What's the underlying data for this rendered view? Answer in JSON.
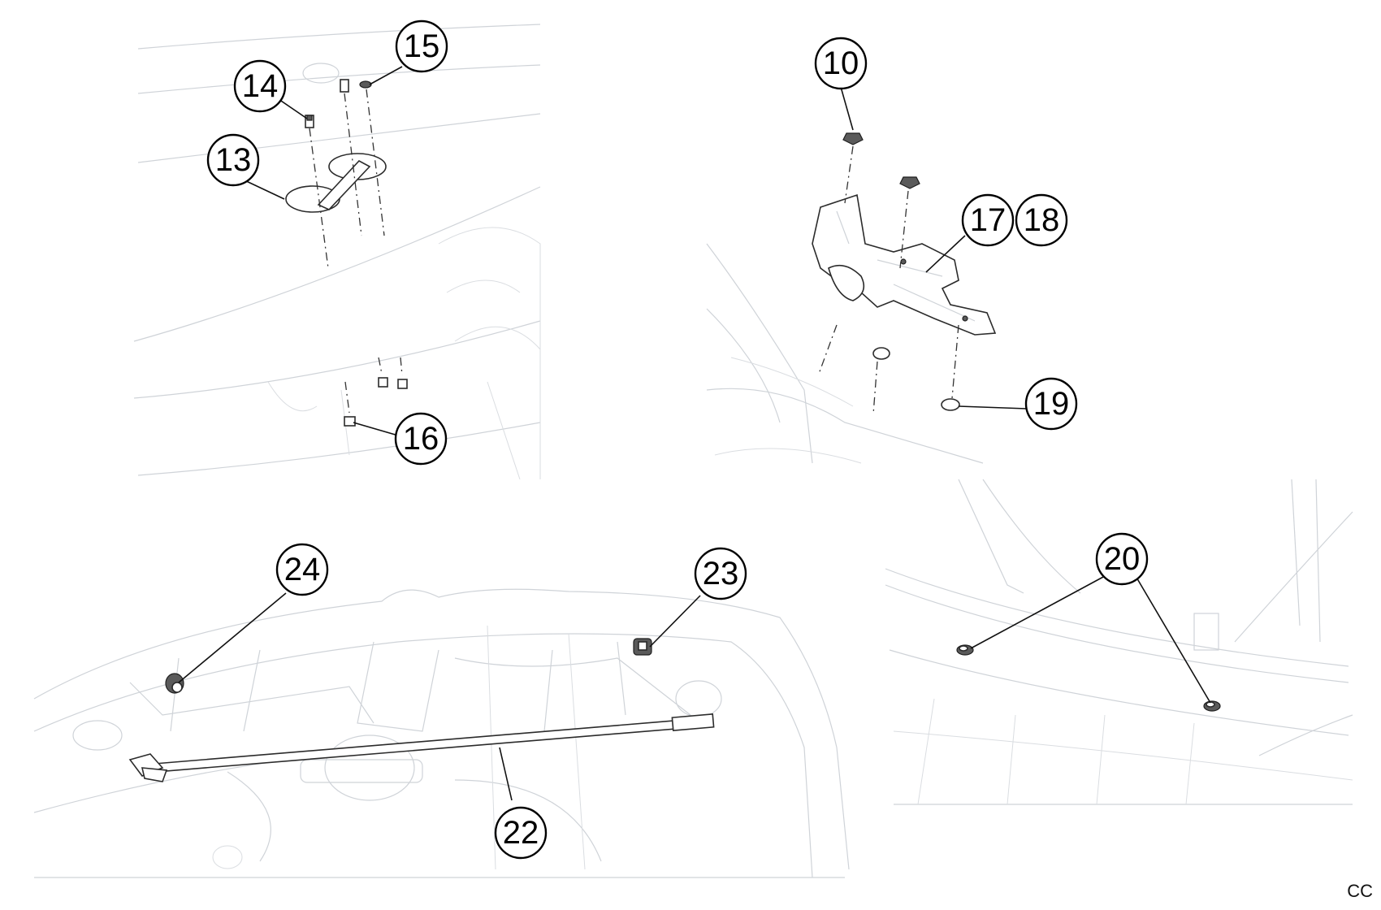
{
  "callouts": {
    "c10": "10",
    "c13": "13",
    "c14": "14",
    "c15": "15",
    "c16": "16",
    "c17": "17",
    "c18": "18",
    "c19": "19",
    "c20": "20",
    "c22": "22",
    "c23": "23",
    "c24": "24"
  },
  "corner_code": "CC"
}
